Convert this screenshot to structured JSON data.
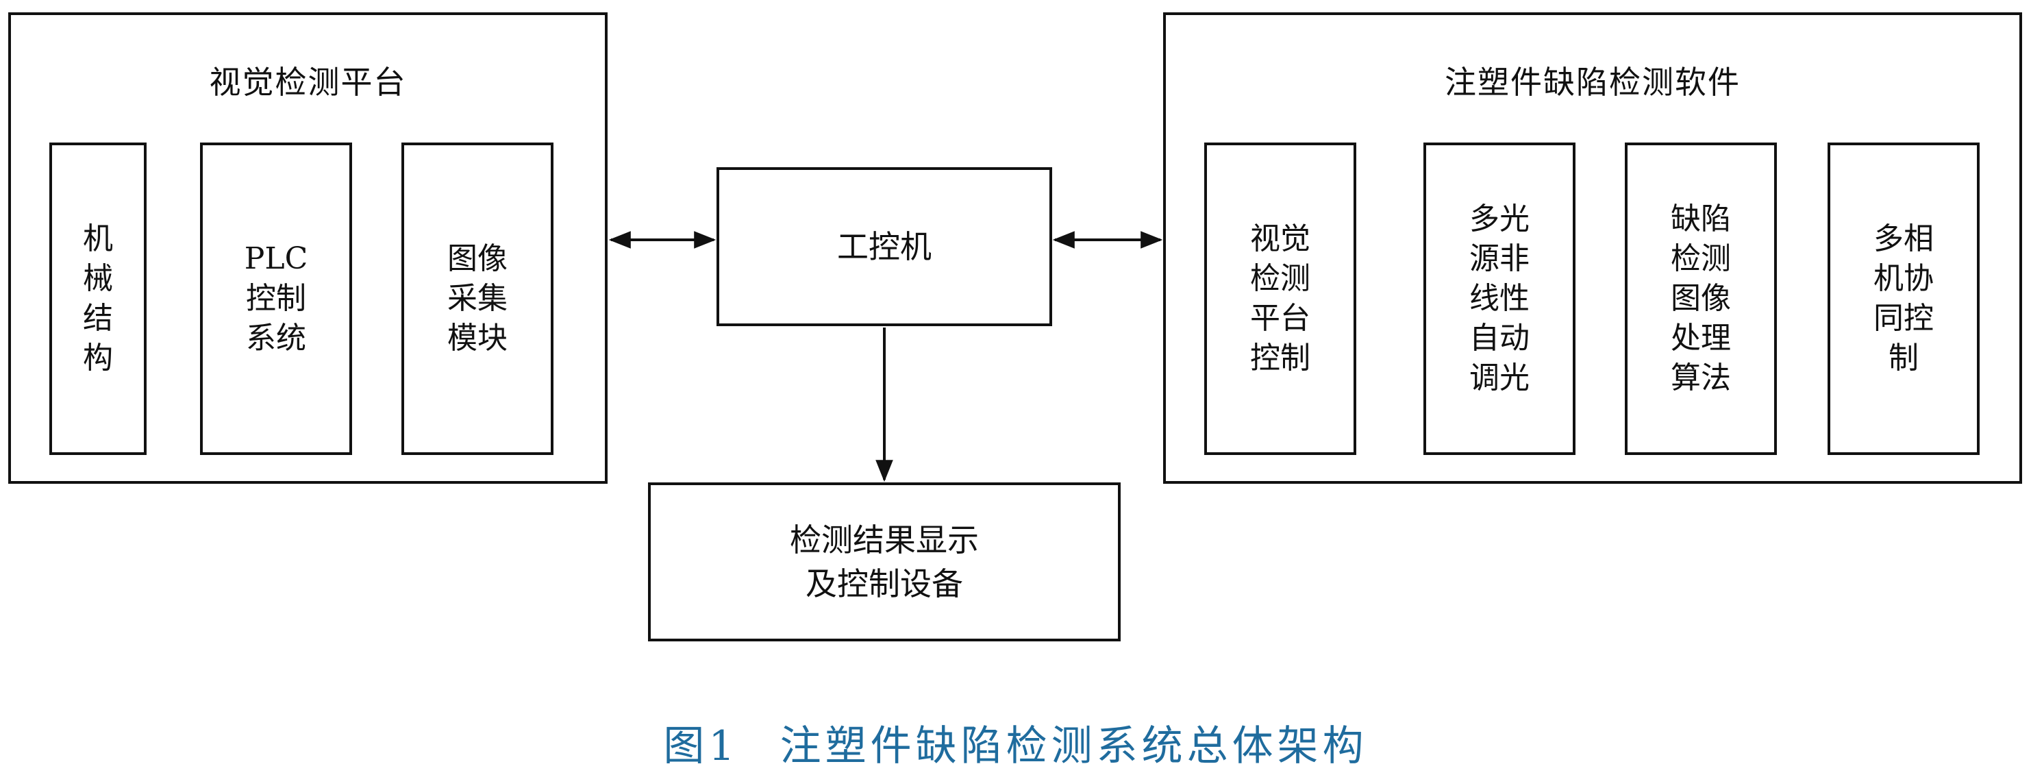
{
  "left_group": {
    "title": "视觉检测平台",
    "items": [
      {
        "label": "机\n械\n结\n构"
      },
      {
        "label": "PLC\n控制\n系统"
      },
      {
        "label": "图像\n采集\n模块"
      }
    ]
  },
  "center": {
    "ipc_label": "工控机",
    "output_label": "检测结果显示\n及控制设备"
  },
  "right_group": {
    "title": "注塑件缺陷检测软件",
    "items": [
      {
        "label": "视觉\n检测\n平台\n控制"
      },
      {
        "label": "多光\n源非\n线性\n自动\n调光"
      },
      {
        "label": "缺陷\n检测\n图像\n处理\n算法"
      },
      {
        "label": "多相\n机协\n同控\n制"
      }
    ]
  },
  "caption": {
    "figure_number": "图1",
    "title": "注塑件缺陷检测系统总体架构"
  }
}
